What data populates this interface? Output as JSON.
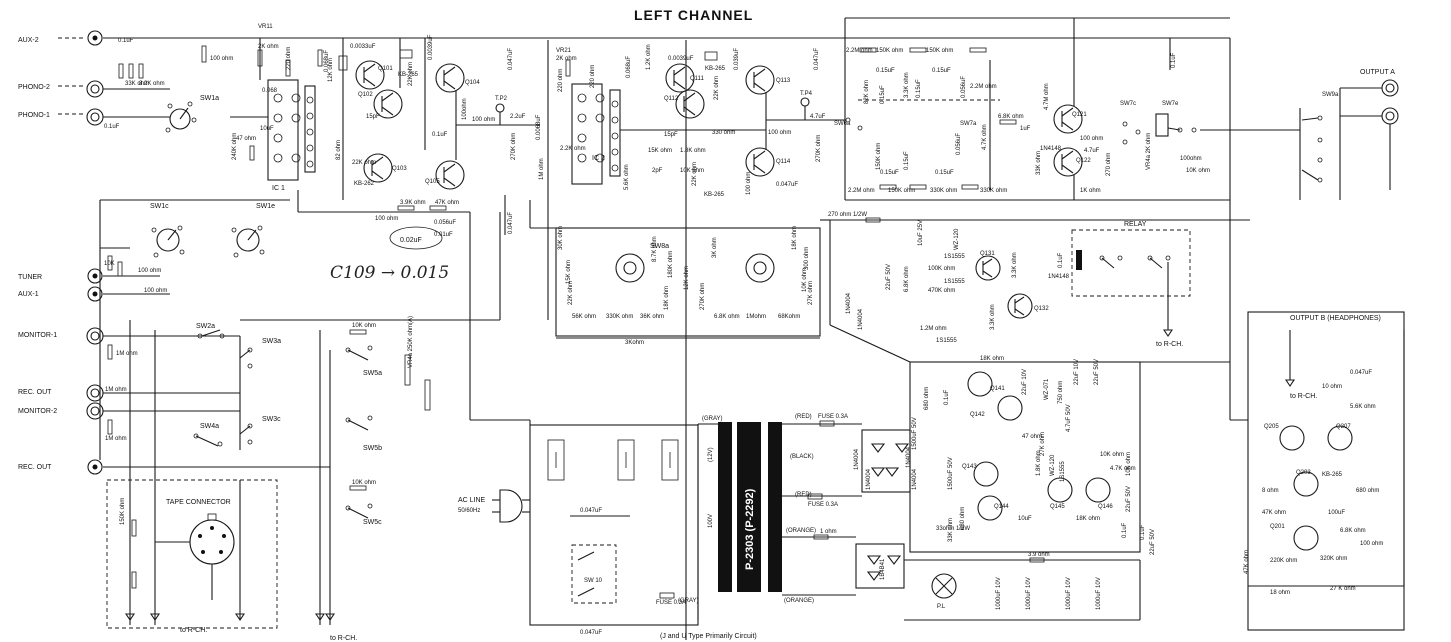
{
  "title": "LEFT CHANNEL",
  "footer": "(J and U Type Primarily Circuit)",
  "handwritten_note": "C109 → 0.015",
  "handwritten_value": "0.02uF",
  "inputs": [
    "AUX-2",
    "PHONO-2",
    "PHONO-1",
    "TUNER",
    "AUX-1",
    "MONITOR-1",
    "REC. OUT",
    "MONITOR-2",
    "REC. OUT"
  ],
  "outputs": {
    "output_a": "OUTPUT A",
    "output_b": "OUTPUT B (HEADPHONES)",
    "relay": "RELAY",
    "to_rch": "to R-CH."
  },
  "blocks": {
    "tape_connector": "TAPE CONNECTOR",
    "ac_line": "AC LINE",
    "ac_freq": "50/60Hz",
    "power_transformer": "P-2303 (P-2292)",
    "sw10": "SW 10",
    "pl": "P.L"
  },
  "ics": [
    "IC 1",
    "IC 2"
  ],
  "switches": [
    "SW1a",
    "SW1c",
    "SW1e",
    "SW2a",
    "SW3a",
    "SW3c",
    "SW4a",
    "SW5a",
    "SW5b",
    "SW5c",
    "SW6a",
    "SW7a",
    "SW7c",
    "SW7e",
    "SW8a",
    "SW9a"
  ],
  "transistors": [
    "Q101",
    "Q102",
    "Q103",
    "Q104",
    "Q105",
    "Q111",
    "Q112",
    "Q113",
    "Q114",
    "Q121",
    "Q122",
    "Q131",
    "Q132",
    "Q141",
    "Q142",
    "Q143",
    "Q144",
    "Q145",
    "Q146",
    "Q201",
    "Q203",
    "Q205",
    "Q207"
  ],
  "test_points": [
    "T.P2",
    "T.P4"
  ],
  "wire_labels": [
    "(GRAY)",
    "(RED)",
    "(BLACK)",
    "(ORANGE)",
    "(12V)",
    "100V",
    "FUSE 0.3A"
  ],
  "diodes": [
    "1N4004",
    "1S1555",
    "WZ-120",
    "WZ-071",
    "KB-265",
    "KB-262"
  ],
  "component_values": [
    "0.1uF",
    "100 ohm",
    "2K ohm",
    "220 ohm",
    "0.068uF",
    "12K ohm",
    "0.0033uF",
    "22K ohm",
    "0.047uF",
    "47 ohm",
    "240K ohm",
    "10uF",
    "15pF",
    "2.2uF",
    "270K ohm",
    "82 ohm",
    "3.9K ohm",
    "47K ohm",
    "0.056uF",
    "2.2M ohm",
    "150K ohm",
    "0.15uF",
    "330K ohm",
    "6.8K ohm",
    "4.7uF",
    "1M ohm",
    "10K ohm",
    "470K ohm",
    "3K ohm",
    "56K ohm",
    "36K ohm",
    "1K ohm",
    "68K ohm",
    "1Mohm",
    "100K ohm",
    "22uF 50V",
    "1500uF 50V",
    "1000uF 10V",
    "2.2K ohm",
    "27 ohm",
    "680 ohm",
    "1 ohm",
    "3.9 ohm",
    "33ohm 1/2W",
    "270 ohm 1/2W",
    "VR4a 250K ohm(A)"
  ],
  "colors": {
    "ink": "#1a1a1a",
    "paper": "#ffffff",
    "transformer_fill": "#111111"
  }
}
